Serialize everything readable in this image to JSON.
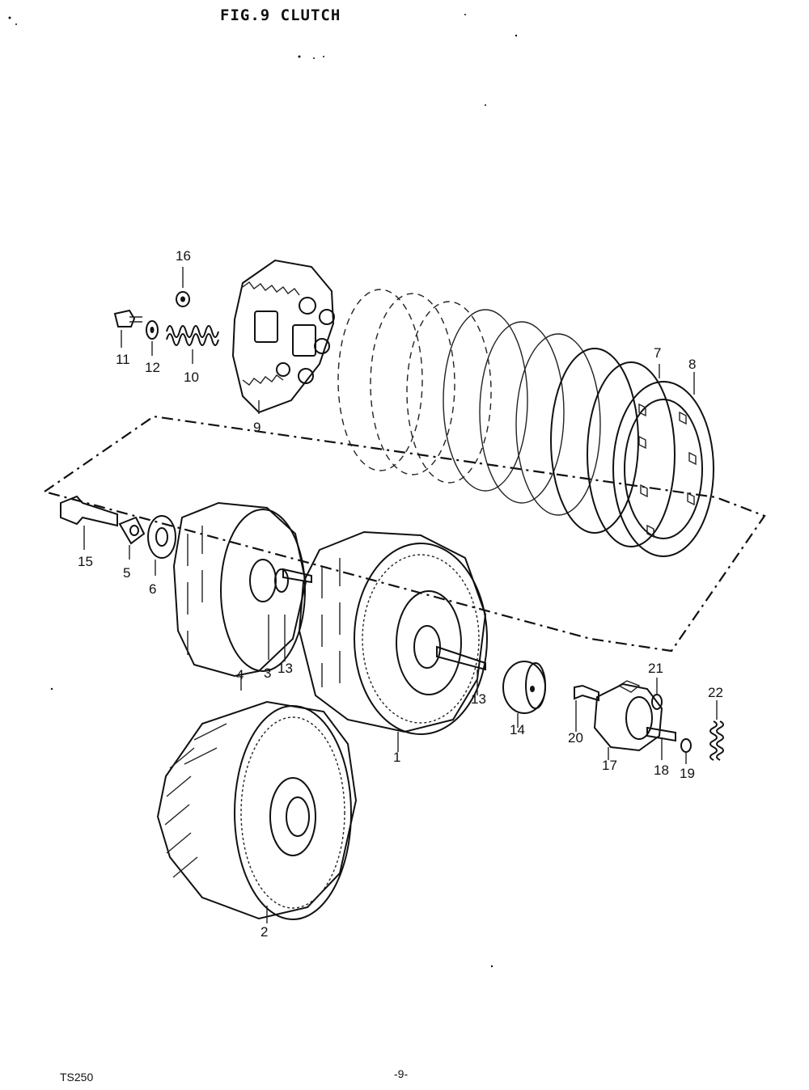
{
  "figure": {
    "title": "FIG.9  CLUTCH"
  },
  "footer": {
    "model": "TS250",
    "page": "-9-"
  },
  "callouts": [
    {
      "id": "16",
      "label": "16"
    },
    {
      "id": "11",
      "label": "11"
    },
    {
      "id": "12",
      "label": "12"
    },
    {
      "id": "10",
      "label": "10"
    },
    {
      "id": "9",
      "label": "9"
    },
    {
      "id": "7",
      "label": "7"
    },
    {
      "id": "8",
      "label": "8"
    },
    {
      "id": "15",
      "label": "15"
    },
    {
      "id": "5",
      "label": "5"
    },
    {
      "id": "6",
      "label": "6"
    },
    {
      "id": "4",
      "label": "4"
    },
    {
      "id": "3",
      "label": "3"
    },
    {
      "id": "13a",
      "label": "13"
    },
    {
      "id": "13b",
      "label": "13"
    },
    {
      "id": "1",
      "label": "1"
    },
    {
      "id": "14",
      "label": "14"
    },
    {
      "id": "21",
      "label": "21"
    },
    {
      "id": "22",
      "label": "22"
    },
    {
      "id": "20",
      "label": "20"
    },
    {
      "id": "17",
      "label": "17"
    },
    {
      "id": "18",
      "label": "18"
    },
    {
      "id": "19",
      "label": "19"
    },
    {
      "id": "2",
      "label": "2"
    }
  ]
}
